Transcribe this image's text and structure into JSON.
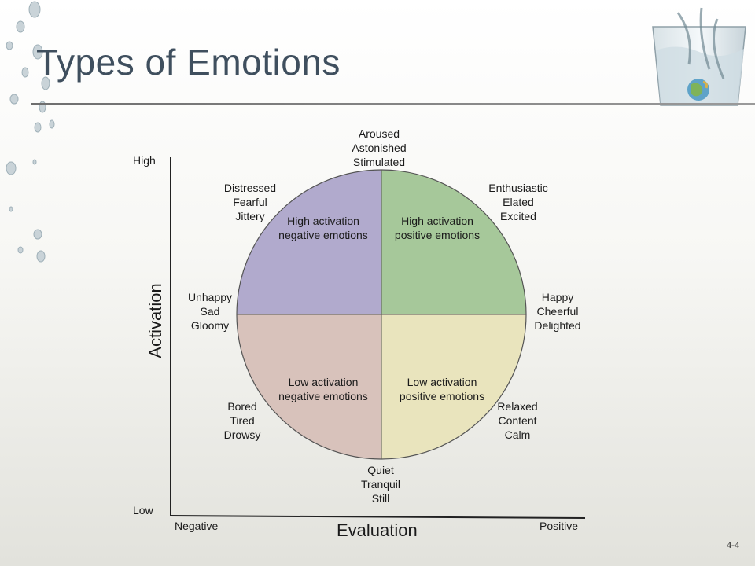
{
  "slide": {
    "title": "Types of Emotions",
    "page_number": "4-4"
  },
  "axes": {
    "y_title": "Activation",
    "y_high": "High",
    "y_low": "Low",
    "x_title": "Evaluation",
    "x_negative": "Negative",
    "x_positive": "Positive"
  },
  "quadrants": [
    {
      "id": "hn",
      "lines": [
        "High activation",
        "negative emotions"
      ],
      "color": "#b1aacd"
    },
    {
      "id": "hp",
      "lines": [
        "High activation",
        "positive emotions"
      ],
      "color": "#a6c89a"
    },
    {
      "id": "ln",
      "lines": [
        "Low activation",
        "negative emotions"
      ],
      "color": "#d8c2bb"
    },
    {
      "id": "lp",
      "lines": [
        "Low activation",
        "positive emotions"
      ],
      "color": "#e9e4bd"
    }
  ],
  "emotion_groups": {
    "top": [
      "Aroused",
      "Astonished",
      "Stimulated"
    ],
    "upper_left": [
      "Distressed",
      "Fearful",
      "Jittery"
    ],
    "upper_right": [
      "Enthusiastic",
      "Elated",
      "Excited"
    ],
    "left": [
      "Unhappy",
      "Sad",
      "Gloomy"
    ],
    "right": [
      "Happy",
      "Cheerful",
      "Delighted"
    ],
    "lower_left": [
      "Bored",
      "Tired",
      "Drowsy"
    ],
    "lower_right": [
      "Relaxed",
      "Content",
      "Calm"
    ],
    "bottom": [
      "Quiet",
      "Tranquil",
      "Still"
    ]
  }
}
